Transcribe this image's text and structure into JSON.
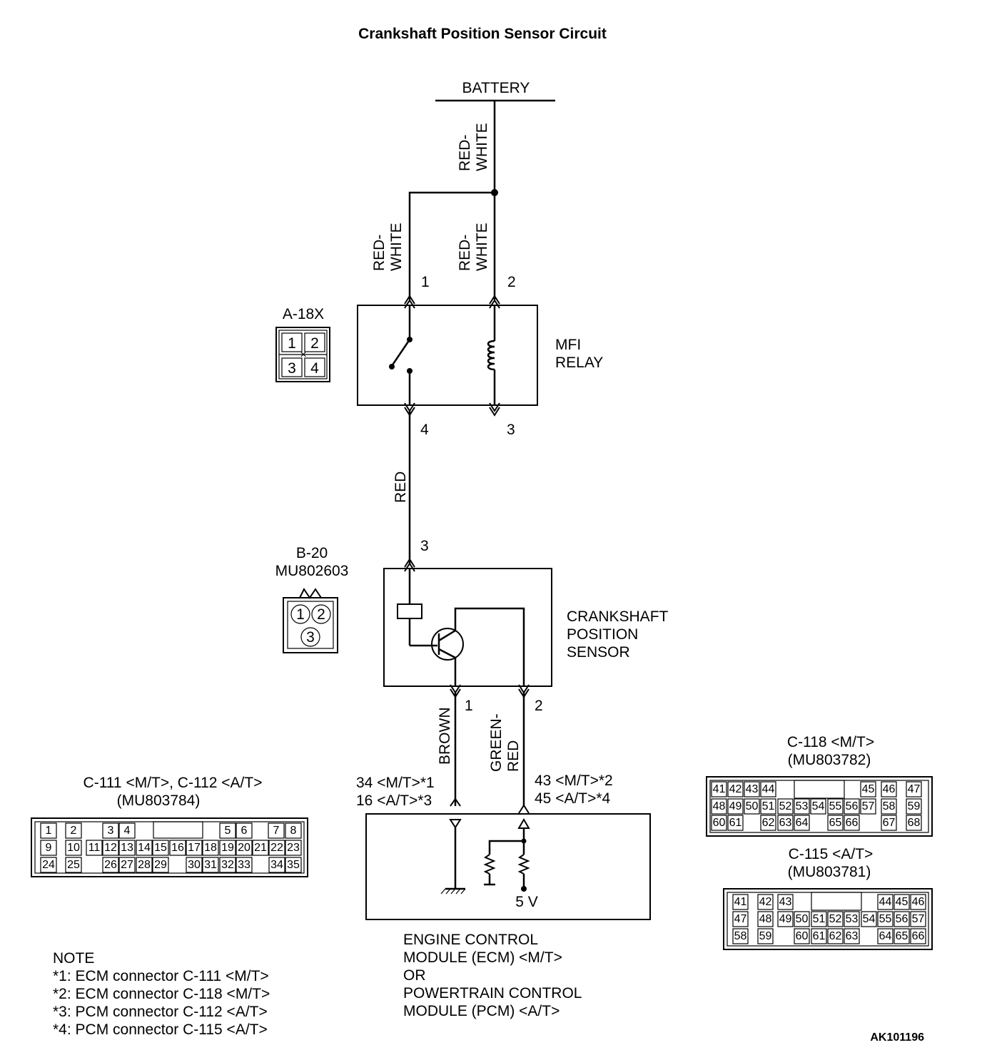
{
  "title": "Crankshaft Position Sensor Circuit",
  "battery": "BATTERY",
  "wires": {
    "battery_feed": [
      "RED-",
      "WHITE"
    ],
    "relay_pin1": [
      "RED-",
      "WHITE"
    ],
    "relay_pin2": [
      "RED-",
      "WHITE"
    ],
    "relay_to_sensor": "RED",
    "sensor_pin1": "BROWN",
    "sensor_pin2": [
      "GREEN-",
      "RED"
    ]
  },
  "relay": {
    "label_line1": "MFI",
    "label_line2": "RELAY",
    "connector_id": "A-18X",
    "pins": {
      "p1": "1",
      "p2": "2",
      "p3": "3",
      "p4": "4"
    }
  },
  "sensor": {
    "label_line1": "CRANKSHAFT",
    "label_line2": "POSITION",
    "label_line3": "SENSOR",
    "connector_id": "B-20",
    "connector_part": "MU802603",
    "pins": {
      "p1": "1",
      "p2": "2",
      "p3": "3"
    }
  },
  "ecm_terminals": {
    "left_line1": "34 <M/T>*1",
    "left_line2": "16 <A/T>*3",
    "right_line1": "43 <M/T>*2",
    "right_line2": "45 <A/T>*4",
    "voltage": "5 V"
  },
  "ecm_label": [
    "ENGINE CONTROL",
    "MODULE (ECM) <M/T>",
    "OR",
    "POWERTRAIN CONTROL",
    "MODULE (PCM) <A/T>"
  ],
  "connector_c111": {
    "label": "C-111 <M/T>, C-112 <A/T>",
    "part": "(MU803784)",
    "row1": [
      "1",
      "2",
      "3",
      "4",
      "5",
      "6",
      "7",
      "8"
    ],
    "row2": [
      "9",
      "10",
      "11",
      "12",
      "13",
      "14",
      "15",
      "16",
      "17",
      "18",
      "19",
      "20",
      "21",
      "22",
      "23"
    ],
    "row3": [
      "24",
      "25",
      "26",
      "27",
      "28",
      "29",
      "30",
      "31",
      "32",
      "33",
      "34",
      "35"
    ]
  },
  "connector_c118": {
    "label": "C-118 <M/T>",
    "part": "(MU803782)",
    "row1": [
      "41",
      "42",
      "43",
      "44",
      "45",
      "46",
      "47"
    ],
    "row2": [
      "48",
      "49",
      "50",
      "51",
      "52",
      "53",
      "54",
      "55",
      "56",
      "57",
      "58",
      "59"
    ],
    "row3": [
      "60",
      "61",
      "62",
      "63",
      "64",
      "65",
      "66",
      "67",
      "68"
    ]
  },
  "connector_c115": {
    "label": "C-115 <A/T>",
    "part": "(MU803781)",
    "row1": [
      "41",
      "42",
      "43",
      "44",
      "45",
      "46"
    ],
    "row2": [
      "47",
      "48",
      "49",
      "50",
      "51",
      "52",
      "53",
      "54",
      "55",
      "56",
      "57"
    ],
    "row3": [
      "58",
      "59",
      "60",
      "61",
      "62",
      "63",
      "64",
      "65",
      "66"
    ]
  },
  "note": {
    "title": "NOTE",
    "lines": [
      "*1: ECM connector C-111 <M/T>",
      "*2: ECM connector C-118 <M/T>",
      "*3: PCM connector C-112 <A/T>",
      "*4: PCM connector C-115 <A/T>"
    ]
  },
  "figure_id": "AK101196"
}
